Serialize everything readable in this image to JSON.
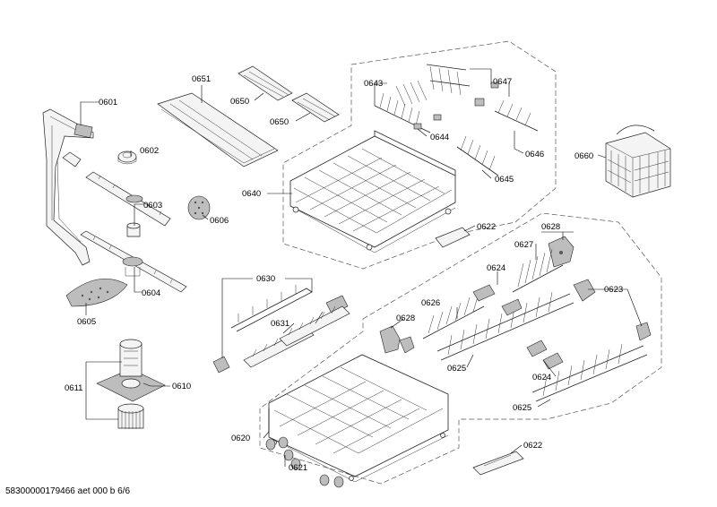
{
  "diagram": {
    "footer_text": "58300000179466 aet 000 b 6/6",
    "part_labels": {
      "p0601": "0601",
      "p0602": "0602",
      "p0603": "0603",
      "p0604": "0604",
      "p0605": "0605",
      "p0606": "0606",
      "p0610": "0610",
      "p0611": "0611",
      "p0620": "0620",
      "p0621": "0621",
      "p0622a": "0622",
      "p0622b": "0622",
      "p0623": "0623",
      "p0624a": "0624",
      "p0624b": "0624",
      "p0625a": "0625",
      "p0625b": "0625",
      "p0626": "0626",
      "p0627": "0627",
      "p0628a": "0628",
      "p0628b": "0628",
      "p0630": "0630",
      "p0631": "0631",
      "p0640": "0640",
      "p0643": "0643",
      "p0644": "0644",
      "p0645": "0645",
      "p0646": "0646",
      "p0647": "0647",
      "p0650a": "0650",
      "p0650b": "0650",
      "p0651": "0651",
      "p0660": "0660"
    }
  }
}
